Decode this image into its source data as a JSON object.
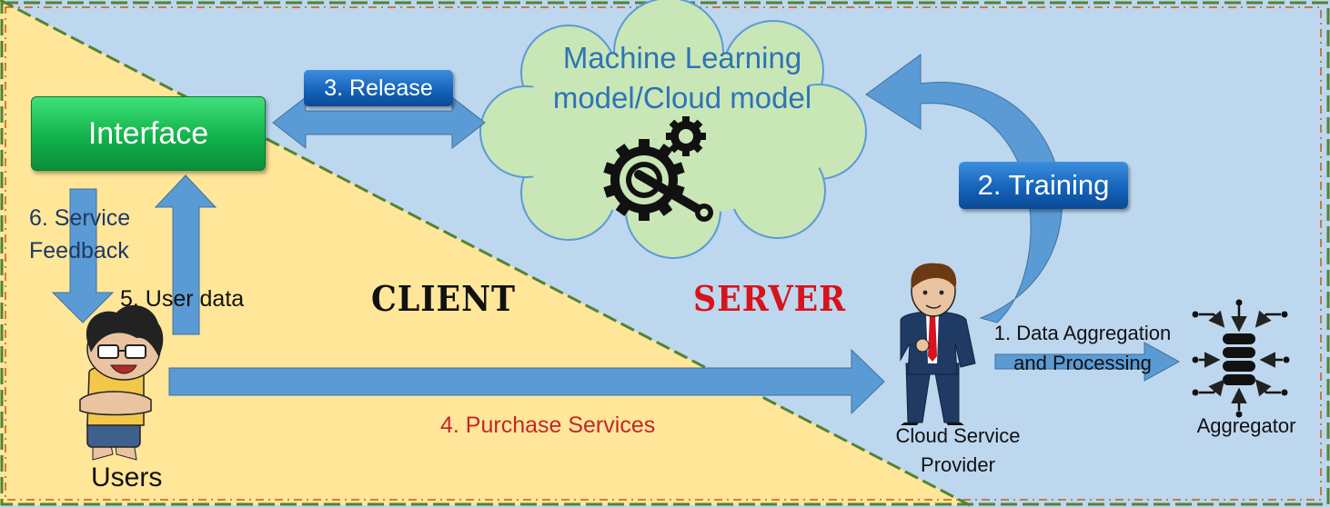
{
  "diagram": {
    "ml_model_title": "Machine Learning model/Cloud model",
    "interface_label": "Interface",
    "release_label": "3. Release",
    "training_label": "2. Training",
    "service_feedback_label": "6. Service Feedback",
    "user_data_label": "5. User data",
    "client_label": "CLIENT",
    "server_label": "SERVER",
    "purchase_label": "4. Purchase Services",
    "users_label": "Users",
    "data_processing_label": "1. Data Aggregation and Processing",
    "provider_label": "Cloud Service Provider",
    "aggregator_label": "Aggregator"
  },
  "colors": {
    "server_background": "#bdd7ee",
    "client_background": "#ffe699",
    "cloud_fill": "#c9e6b7",
    "arrow_blue": "#5b9bd5",
    "dashed_border": "#548235",
    "client_border": "#c55a11",
    "interface_green": "#12b24a",
    "badge_blue": "#1360b8",
    "server_text_red": "#d6141c",
    "purchase_text_red": "#c0282b"
  },
  "icons": [
    "gear-wrench-icon",
    "user-character-icon",
    "businessman-icon",
    "database-icon"
  ]
}
